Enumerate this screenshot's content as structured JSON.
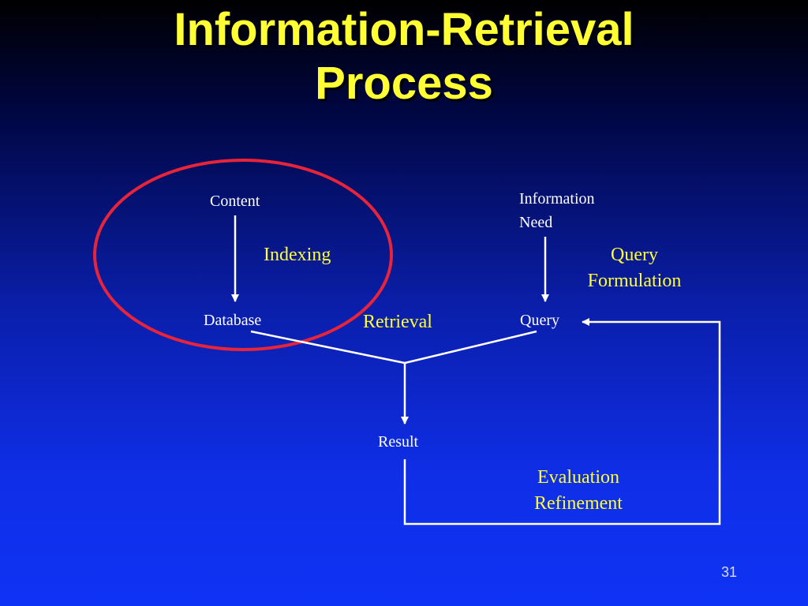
{
  "title": {
    "line1": "Information-Retrieval",
    "line2": "Process"
  },
  "nodes": {
    "content": "Content",
    "database": "Database",
    "information_need_line1": "Information",
    "information_need_line2": "Need",
    "query": "Query",
    "result": "Result"
  },
  "processes": {
    "indexing": "Indexing",
    "query_formulation_line1": "Query",
    "query_formulation_line2": "Formulation",
    "retrieval": "Retrieval",
    "evaluation_line1": "Evaluation",
    "evaluation_line2": "Refinement"
  },
  "highlight": {
    "shape": "ellipse",
    "color": "#e8243a",
    "encloses": [
      "Content",
      "Indexing",
      "Database"
    ]
  },
  "colors": {
    "title": "#ffff33",
    "process_label": "#ffff33",
    "node_label": "#ffffff",
    "connector": "#ffffff"
  },
  "slide_number": "31"
}
